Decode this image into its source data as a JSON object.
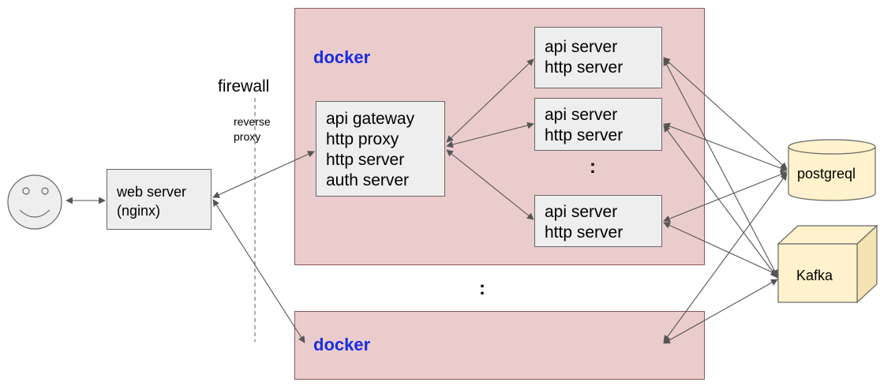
{
  "firewall": {
    "label": "firewall",
    "note": [
      "reverse",
      "proxy"
    ]
  },
  "web_server": {
    "lines": [
      "web server",
      "(nginx)"
    ]
  },
  "docker_main": {
    "label": "docker"
  },
  "docker_second": {
    "label": "docker"
  },
  "gateway": {
    "lines": [
      "api gateway",
      "http proxy",
      "http server",
      "auth server"
    ]
  },
  "api_servers": [
    {
      "lines": [
        "api server",
        "http server"
      ]
    },
    {
      "lines": [
        "api server",
        "http server"
      ]
    },
    {
      "lines": [
        "api server",
        "http server"
      ]
    }
  ],
  "ellipsis_inside": ":",
  "ellipsis_between": ":",
  "database": {
    "label": "postgreql"
  },
  "queue": {
    "label": "Kafka"
  },
  "colors": {
    "docker_fill": "#ebcccc",
    "docker_label": "#1a2ee0",
    "storage_fill": "#fff2cc",
    "node_fill": "#eeeeee"
  }
}
